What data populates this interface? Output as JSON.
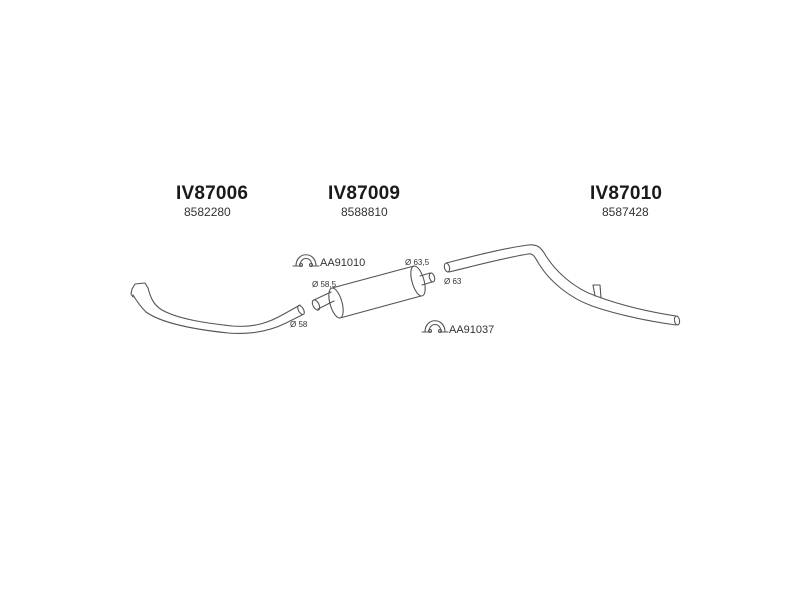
{
  "parts": [
    {
      "code": "IV87006",
      "number": "8582280",
      "diameter": "Ø 58"
    },
    {
      "code": "IV87009",
      "number": "8588810",
      "diameter_in": "Ø 58,5",
      "diameter_out": "Ø 63,5"
    },
    {
      "code": "IV87010",
      "number": "8587428",
      "diameter": "Ø 63"
    }
  ],
  "clamps": [
    {
      "code": "AA91010",
      "icon": "clamp-icon"
    },
    {
      "code": "AA91037",
      "icon": "clamp-icon"
    }
  ]
}
